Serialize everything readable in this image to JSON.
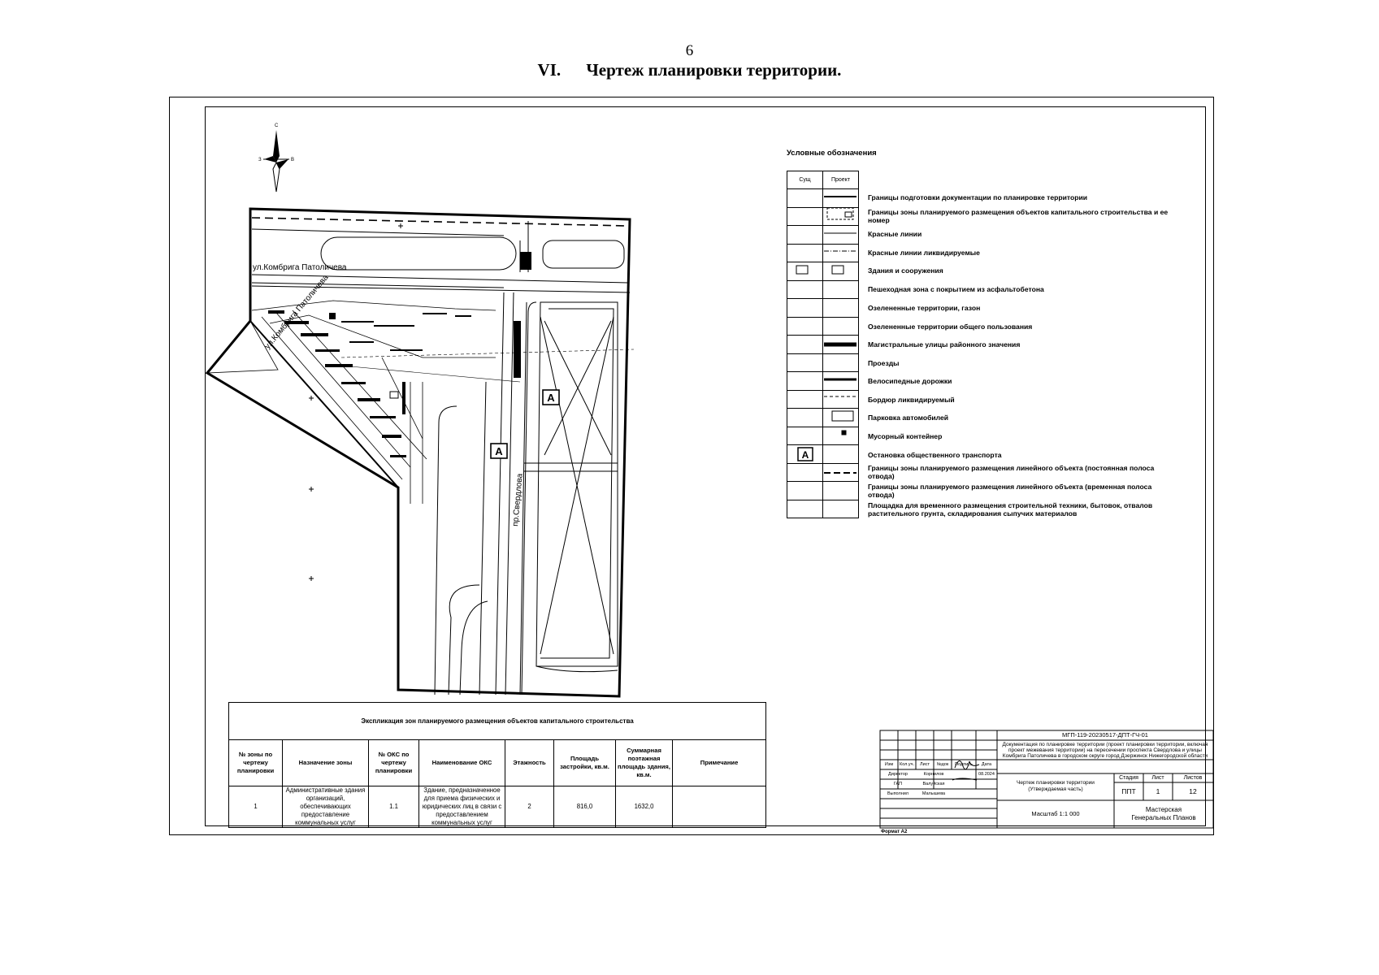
{
  "page_number": "6",
  "heading": {
    "number": "VI.",
    "text": "Чертеж планировки территории."
  },
  "map": {
    "street_1": "ул.Комбрига Патоличева",
    "street_2": "ул.Комбрига Патоличева",
    "street_3": "пр.Свердлова",
    "stop_marker": "А",
    "compass_north": "С",
    "compass_west": "З",
    "compass_east": "В"
  },
  "legend": {
    "title": "Условные обозначения",
    "col_existing": "Сущ",
    "col_project": "Проект",
    "stop_marker": "А",
    "items": [
      "Границы подготовки документации по планировке территории",
      "Границы зоны планируемого размещения объектов капитального строительства и ее номер",
      "Красные линии",
      "Красные линии ликвидируемые",
      "Здания и сооружения",
      "Пешеходная зона с покрытием из асфальтобетона",
      "Озелененные территории, газон",
      "Озелененные территории общего пользования",
      "Магистральные улицы районного значения",
      "Проезды",
      "Велосипедные дорожки",
      "Бордюр ликвидируемый",
      "Парковка автомобилей",
      "Мусорный контейнер",
      "Остановка общественного транспорта",
      "Границы зоны планируемого размещения линейного объекта (постоянная полоса отвода)",
      "Границы зоны планируемого размещения линейного объекта (временная полоса отвода)",
      "Площадка для временного размещения строительной техники, бытовок, отвалов растительного грунта, складирования сыпучих материалов"
    ]
  },
  "explication": {
    "caption": "Экспликация зон планируемого размещения объектов капитального строительства",
    "headers": [
      "№ зоны по чертежу планировки",
      "Назначение зоны",
      "№ ОКС по чертежу планировки",
      "Наименование ОКС",
      "Этажность",
      "Площадь застройки, кв.м.",
      "Суммарная поэтажная площадь здания, кв.м.",
      "Примечание"
    ],
    "row": [
      "1",
      "Административные здания организаций, обеспечивающих предоставление коммунальных услуг",
      "1.1",
      "Здание, предназначенное для приема физических и юридических лиц в связи с предоставлением коммунальных услуг",
      "2",
      "816,0",
      "1632,0",
      ""
    ]
  },
  "title_block": {
    "code": "МГП-119-20230517-ДПТ-ГЧ-01",
    "description": "Документация по планировке территории (проект планировки территории, включая проект межевания территории) на пересечении проспекта Свердлова и улицы Комбрига Патоличева в городском округе город Дзержинск Нижегородской области",
    "col_labels": [
      "Изм",
      "Кол.уч.",
      "Лист",
      "№док",
      "Подпись",
      "Дата"
    ],
    "roles": [
      {
        "role": "Директор",
        "name": "Корнилов",
        "date": "08.2024"
      },
      {
        "role": "ГАП",
        "name": "Валуйская",
        "date": ""
      },
      {
        "role": "Выполнил",
        "name": "Малышева",
        "date": ""
      }
    ],
    "sheet_title": "Чертеж планировки территории (Утверждаемая часть)",
    "stage_label": "Стадия",
    "sheet_label": "Лист",
    "sheets_label": "Листов",
    "stage": "ППТ",
    "sheet": "1",
    "sheets": "12",
    "scale": "Масштаб 1:1 000",
    "organization": "Мастерская Генеральных Планов",
    "format": "Формат А2"
  }
}
